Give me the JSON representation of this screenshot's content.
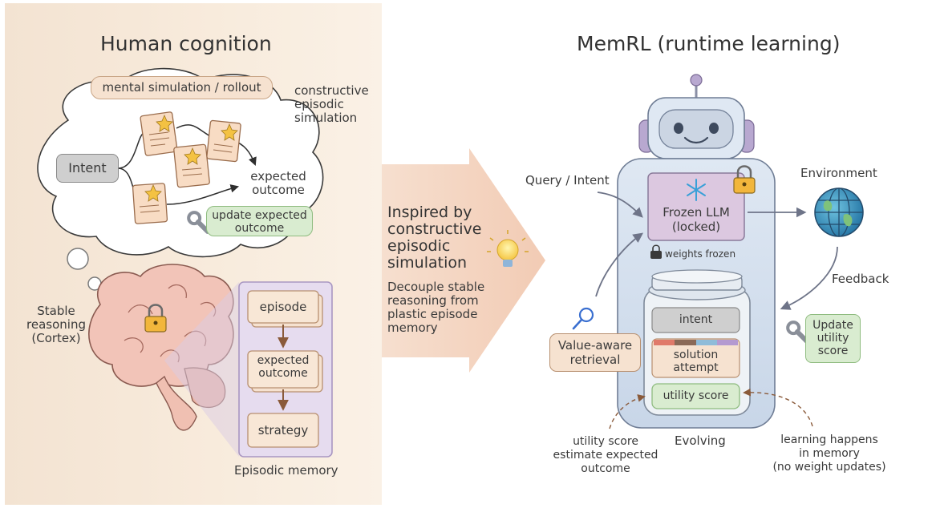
{
  "left": {
    "title": "Human cognition",
    "thought_tag": "mental simulation / rollout",
    "constructive_note": [
      "constructive",
      "episodic",
      "simulation"
    ],
    "intent": "Intent",
    "expected_outcome": [
      "expected",
      "outcome"
    ],
    "update_expected": [
      "update expected",
      "outcome"
    ],
    "stable_reasoning": [
      "Stable",
      "reasoning",
      "(Cortex)"
    ],
    "episodic_memory": {
      "items": [
        "episode",
        "expected\noutcome",
        "strategy"
      ],
      "label": "Episodic memory"
    }
  },
  "middle": {
    "inspired": [
      "Inspired by",
      "constructive",
      "episodic",
      "simulation"
    ],
    "decouple": [
      "Decouple stable",
      "reasoning from",
      "plastic episode",
      "memory"
    ]
  },
  "right": {
    "title": "MemRL (runtime learning)",
    "query_intent": "Query / Intent",
    "frozen_llm": [
      "Frozen LLM",
      "(locked)"
    ],
    "weights_frozen": "weights frozen",
    "environment": "Environment",
    "feedback": "Feedback",
    "update_utility": [
      "Update",
      "utility",
      "score"
    ],
    "value_aware": [
      "Value-aware",
      "retrieval"
    ],
    "jar": {
      "intent": "intent",
      "solution": [
        "solution",
        "attempt"
      ],
      "utility": "utility score"
    },
    "evolving": "Evolving",
    "utility_note": [
      "utility score",
      "estimate expected",
      "outcome"
    ],
    "learning_note": [
      "learning happens",
      "in memory",
      "(no weight updates)"
    ]
  },
  "colors": {
    "tan_fill": "#f6e2d0",
    "tan_border": "#c9a586",
    "green_fill": "#d9ecd0",
    "green_border": "#8fbc80",
    "purple_fill": "#dcc8e0",
    "purple_border": "#9a88a8",
    "gray_fill": "#cfcfcf",
    "arrow": "#6e7488"
  }
}
